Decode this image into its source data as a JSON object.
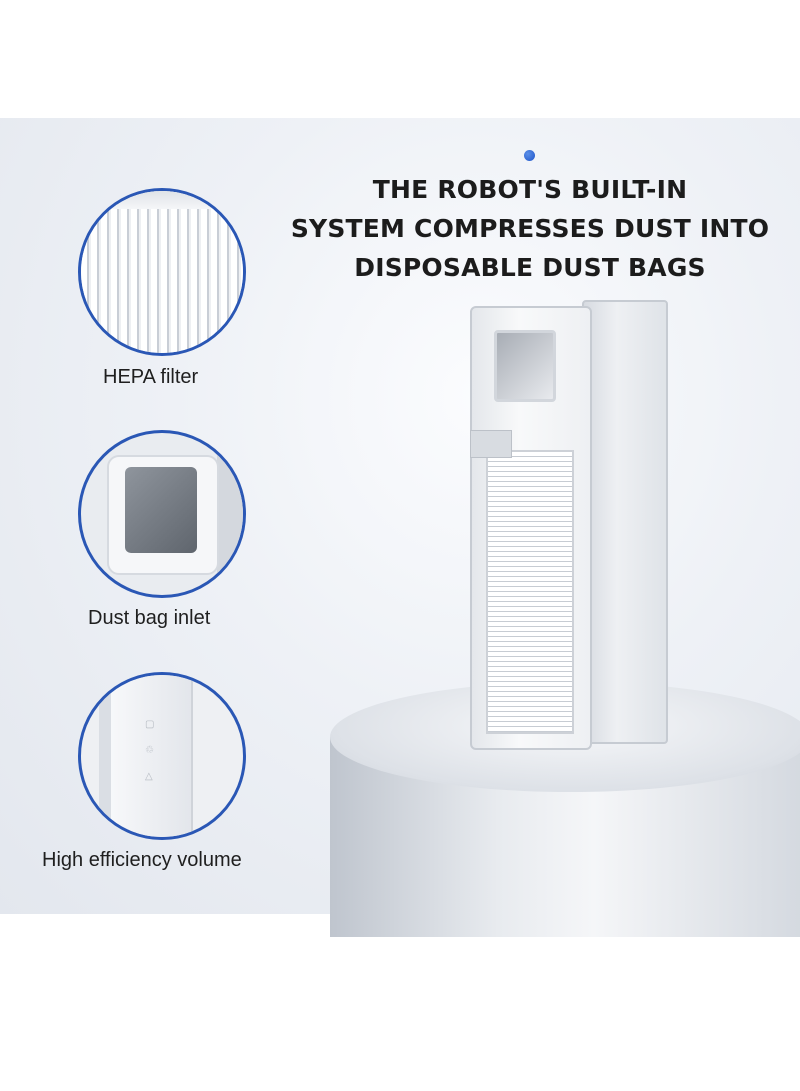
{
  "headline": {
    "line1": "THE ROBOT'S BUILT-IN",
    "line2": "SYSTEM COMPRESSES DUST INTO",
    "line3": "DISPOSABLE DUST BAGS"
  },
  "features": [
    {
      "label": "HEPA filter",
      "icon": "hepa-filter-closeup"
    },
    {
      "label": "Dust bag inlet",
      "icon": "dust-bag-inlet-closeup"
    },
    {
      "label": "High efficiency volume",
      "icon": "volume-closeup"
    }
  ],
  "colors": {
    "accent": "#2a57b5",
    "dot": "#1f55c9",
    "text": "#1c1c1c"
  }
}
